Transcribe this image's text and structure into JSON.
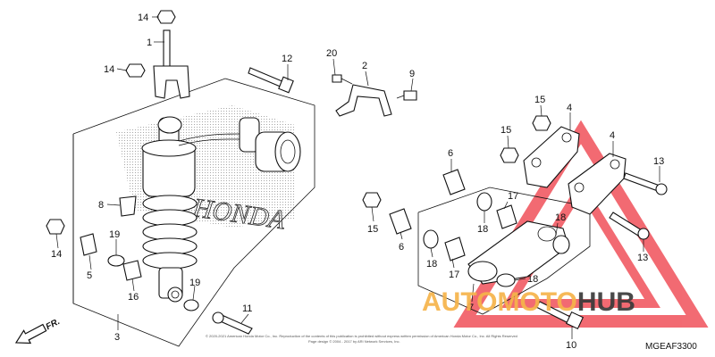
{
  "diagram": {
    "code": "MGEAF3300",
    "front_marker": "FR.",
    "brand_text": "HONDA",
    "footer_lines": [
      "© 2020-2021 American Honda Motor Co., Inc. Reproduction of the contents of this publication is prohibited without express written permission of American Honda Motor Co., Inc. All Rights Reserved",
      "Page design © 2004 - 2017 by ARI Network Services, Inc."
    ],
    "watermark": {
      "part1": "AUTO",
      "part2": "MOTO",
      "part3": "HUB",
      "color_accent": "#f6b44a",
      "color_dark": "#3a3a3a",
      "triangle_color": "#f0515a"
    },
    "callouts": [
      {
        "id": "c14a",
        "text": "14"
      },
      {
        "id": "c1",
        "text": "1"
      },
      {
        "id": "c14b",
        "text": "14"
      },
      {
        "id": "c12",
        "text": "12"
      },
      {
        "id": "c20",
        "text": "20"
      },
      {
        "id": "c2",
        "text": "2"
      },
      {
        "id": "c9",
        "text": "9"
      },
      {
        "id": "c15a",
        "text": "15"
      },
      {
        "id": "c4a",
        "text": "4"
      },
      {
        "id": "c15b",
        "text": "15"
      },
      {
        "id": "c4b",
        "text": "4"
      },
      {
        "id": "c6a",
        "text": "6"
      },
      {
        "id": "c13a",
        "text": "13"
      },
      {
        "id": "c8",
        "text": "8"
      },
      {
        "id": "c17a",
        "text": "17"
      },
      {
        "id": "c18a",
        "text": "18"
      },
      {
        "id": "c18b",
        "text": "18"
      },
      {
        "id": "c15c",
        "text": "15"
      },
      {
        "id": "c6b",
        "text": "6"
      },
      {
        "id": "c13b",
        "text": "13"
      },
      {
        "id": "c19a",
        "text": "19"
      },
      {
        "id": "c14c",
        "text": "14"
      },
      {
        "id": "c5",
        "text": "5"
      },
      {
        "id": "c16",
        "text": "16"
      },
      {
        "id": "c18c",
        "text": "18"
      },
      {
        "id": "c17b",
        "text": "17"
      },
      {
        "id": "c18d",
        "text": "18"
      },
      {
        "id": "c19b",
        "text": "19"
      },
      {
        "id": "c11",
        "text": "11"
      },
      {
        "id": "c7",
        "text": "7"
      },
      {
        "id": "c3",
        "text": "3"
      },
      {
        "id": "c10",
        "text": "10"
      }
    ]
  }
}
